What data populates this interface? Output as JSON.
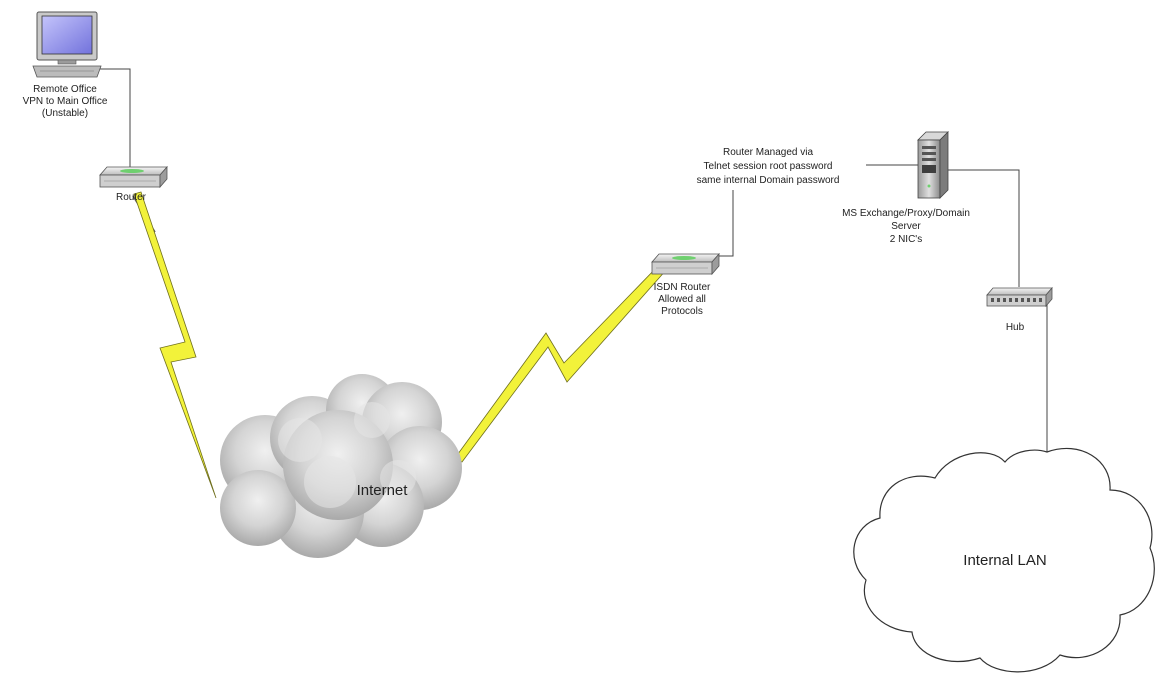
{
  "nodes": {
    "remote_office": {
      "label_lines": [
        "Remote Office",
        "VPN to Main Office",
        "(Unstable)"
      ],
      "icon": "desktop-computer-icon"
    },
    "remote_router": {
      "label": "Router",
      "icon": "router-icon"
    },
    "internet": {
      "label": "Internet",
      "icon": "cloud-icon"
    },
    "isdn_router": {
      "label_lines": [
        "ISDN Router",
        "Allowed all",
        "Protocols"
      ],
      "icon": "router-icon"
    },
    "router_note": {
      "label_lines": [
        "Router Managed via",
        "Telnet session root password",
        "same internal Domain password"
      ]
    },
    "server": {
      "label_lines": [
        "MS Exchange/Proxy/Domain",
        "Server",
        "2 NIC's"
      ],
      "icon": "tower-server-icon"
    },
    "hub": {
      "label": "Hub",
      "icon": "hub-icon"
    },
    "internal_lan": {
      "label": "Internal LAN",
      "icon": "cloud-outline-icon"
    }
  },
  "links": [
    {
      "from": "remote_office",
      "to": "remote_router",
      "kind": "wired"
    },
    {
      "from": "remote_router",
      "to": "internet",
      "kind": "wan-lightning"
    },
    {
      "from": "internet",
      "to": "isdn_router",
      "kind": "wan-lightning"
    },
    {
      "from": "isdn_router",
      "to": "router_note",
      "kind": "wired"
    },
    {
      "from": "router_note",
      "to": "server",
      "kind": "wired"
    },
    {
      "from": "server",
      "to": "hub",
      "kind": "wired"
    },
    {
      "from": "hub",
      "to": "internal_lan",
      "kind": "wired"
    }
  ],
  "colors": {
    "lightning_fill": "#f2f23a",
    "lightning_stroke": "#6f6f1c",
    "wire": "#444444",
    "device_body": "#d8d8d8",
    "monitor_screen": "#8f8fe6",
    "cloud_fill": "#cfcfcf",
    "status_led": "#6fd06f"
  }
}
